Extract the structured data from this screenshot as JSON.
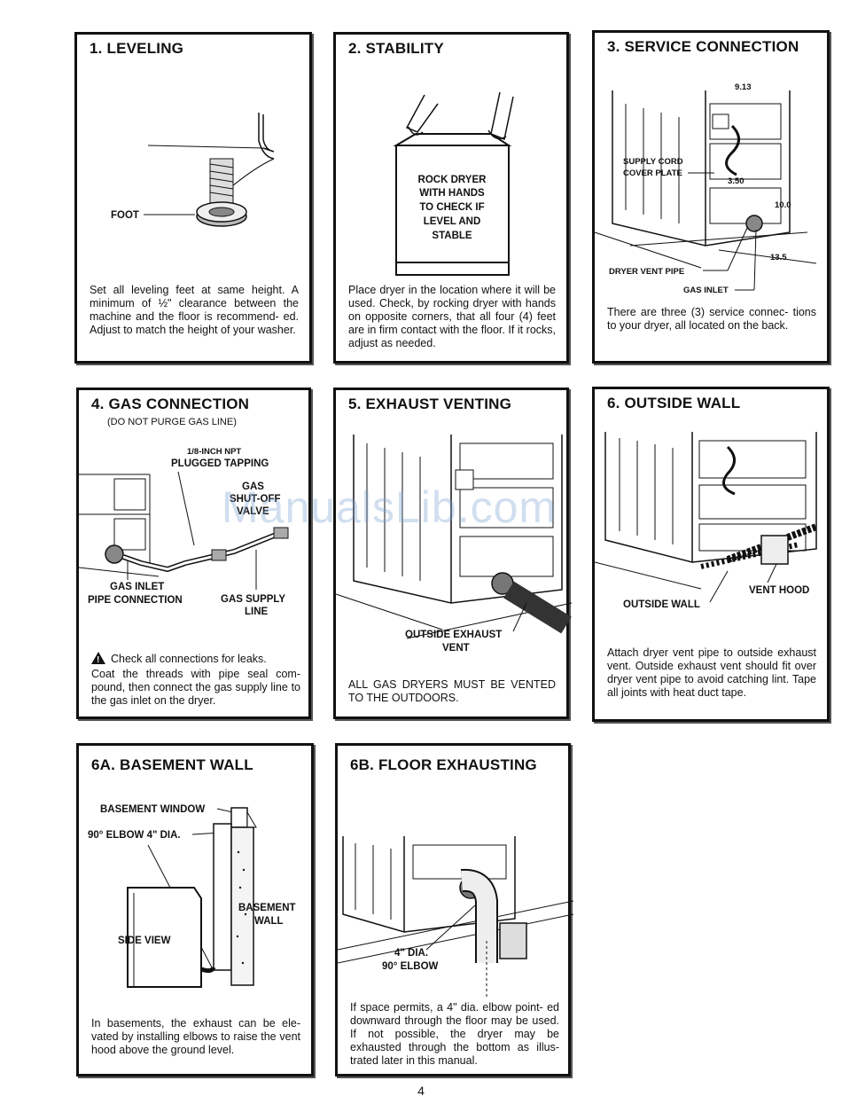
{
  "panels": {
    "leveling": {
      "title": "1. LEVELING",
      "labels": {
        "foot": "FOOT"
      },
      "text": "Set all leveling feet at same height. A minimum of ½\" clearance between the machine and the floor is recommend- ed. Adjust to match the height of your washer."
    },
    "stability": {
      "title": "2. STABILITY",
      "labels": {
        "l1": "ROCK DRYER",
        "l2": "WITH HANDS",
        "l3": "TO CHECK IF",
        "l4": "LEVEL AND",
        "l5": "STABLE"
      },
      "text": "Place dryer in the location where it will be used. Check, by rocking dryer with hands on opposite corners, that all four (4) feet are in firm contact with the floor. If it rocks, adjust as needed."
    },
    "service": {
      "title": "3. SERVICE CONNECTION",
      "labels": {
        "d913": "9.13",
        "supply1": "SUPPLY CORD",
        "supply2": "COVER PLATE",
        "d350": "3.50",
        "d100": "10.0",
        "d135": "13.5",
        "vent": "DRYER VENT PIPE",
        "gas": "GAS INLET"
      },
      "text": "There are three (3) service connec- tions to your dryer, all located on the back."
    },
    "gas": {
      "title": "4. GAS CONNECTION",
      "subtitle": "(DO NOT PURGE GAS LINE)",
      "labels": {
        "npt1": "1/8-INCH NPT",
        "npt2": "PLUGGED TAPPING",
        "shut1": "GAS",
        "shut2": "SHUT-OFF",
        "shut3": "VALVE",
        "inlet1": "GAS INLET",
        "inlet2": "PIPE CONNECTION",
        "supply1": "GAS SUPPLY",
        "supply2": "LINE"
      },
      "warning": "Check all connections for leaks.",
      "text": "Coat the threads with pipe seal com- pound, then connect the gas supply line to the gas inlet on the dryer."
    },
    "exhaust": {
      "title": "5. EXHAUST VENTING",
      "labels": {
        "out1": "OUTSIDE EXHAUST",
        "out2": "VENT"
      },
      "text": "ALL GAS DRYERS MUST BE VENTED TO THE OUTDOORS."
    },
    "outside": {
      "title": "6. OUTSIDE WALL",
      "labels": {
        "hood": "VENT HOOD",
        "wall": "OUTSIDE WALL"
      },
      "text": "Attach dryer vent pipe to outside exhaust vent. Outside exhaust vent should fit over dryer vent pipe to avoid catching lint. Tape all joints with heat duct tape."
    },
    "basement": {
      "title": "6A. BASEMENT WALL",
      "labels": {
        "window": "BASEMENT WINDOW",
        "elbow": "90° ELBOW 4\" DIA.",
        "wall1": "BASEMENT",
        "wall2": "WALL",
        "side": "SIDE VIEW"
      },
      "text": "In basements, the exhaust can be ele- vated by installing elbows to raise the vent hood above the ground level."
    },
    "floor": {
      "title": "6B. FLOOR EXHAUSTING",
      "labels": {
        "dia": "4\" DIA.",
        "elbow": "90° ELBOW"
      },
      "text": "If space permits, a 4\" dia. elbow point- ed downward through the floor may be used. If not possible, the dryer may be exhausted through the bottom as illus- trated later in this manual."
    }
  },
  "watermark": "ManualsLib.com",
  "page_number": "4"
}
